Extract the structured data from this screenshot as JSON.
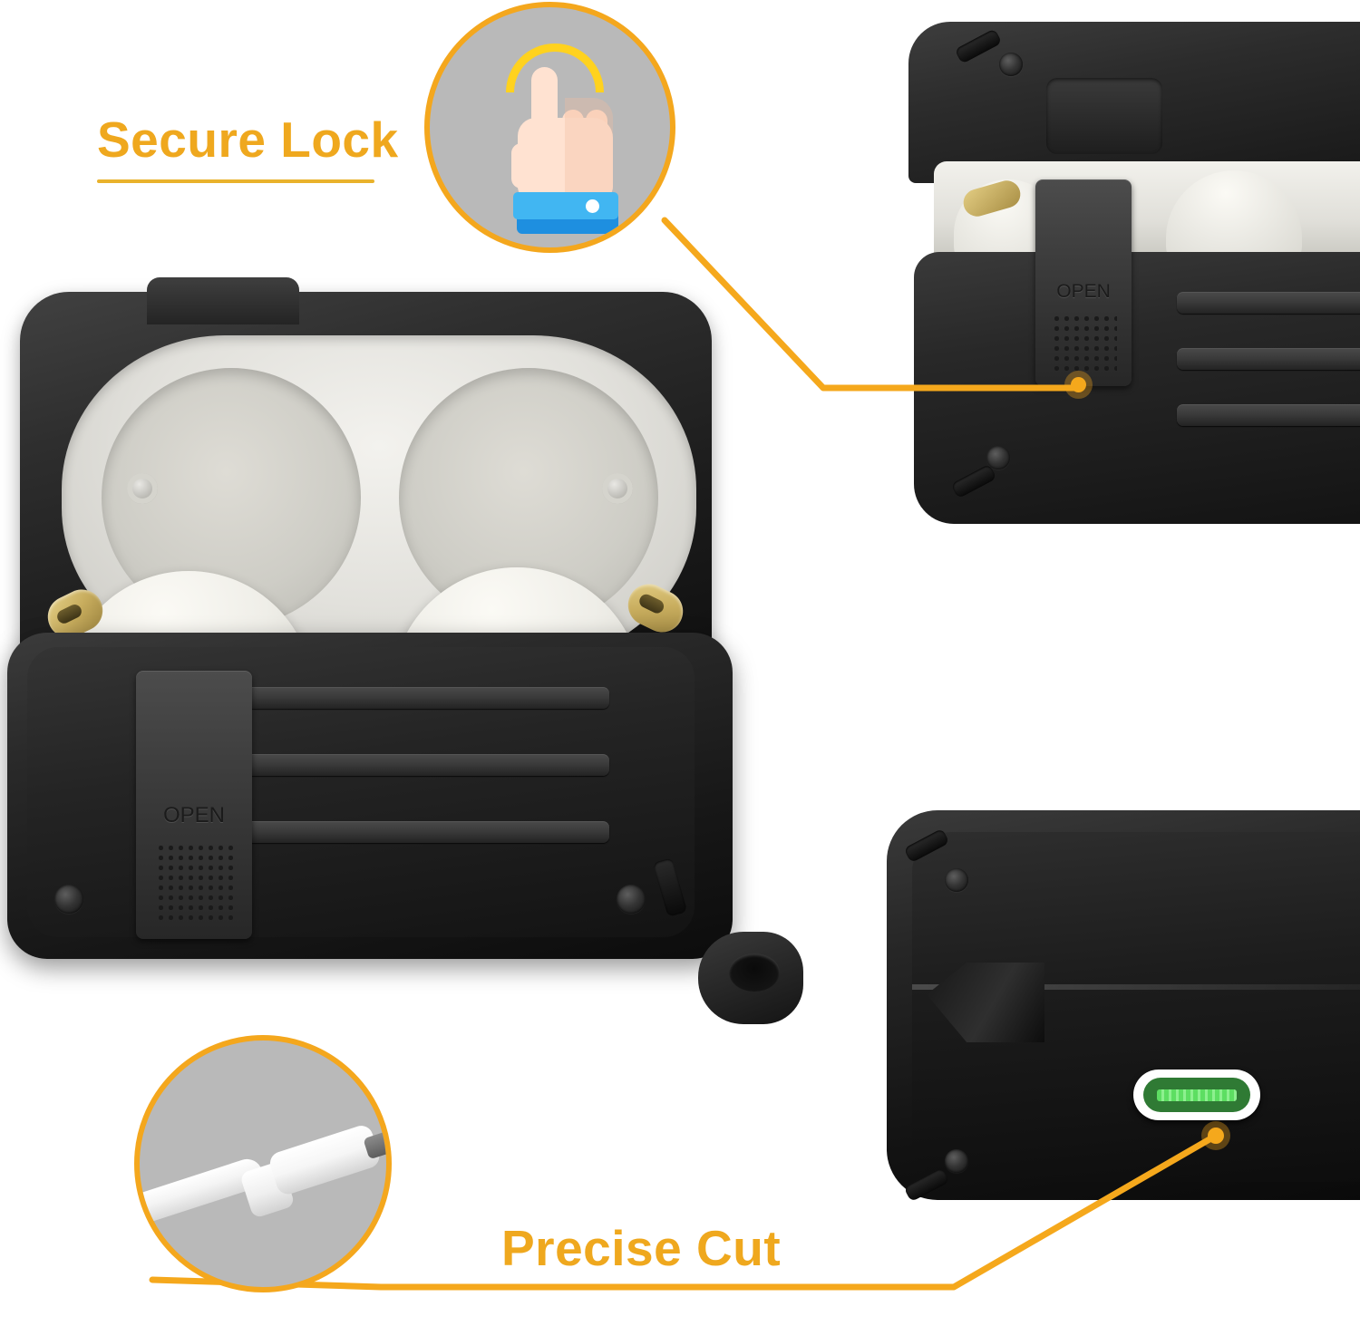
{
  "page": {
    "background_color": "#ffffff",
    "accent_color": "#EFA81E",
    "callout_line_color": "#F5A81C"
  },
  "features": [
    {
      "id": "secure-lock",
      "title": "Secure Lock",
      "icon_name": "tap-finger-icon",
      "icon_caption": "",
      "circle_fill": "#b9b9b9",
      "circle_border": "#F4A71D"
    },
    {
      "id": "precise-cut",
      "title": "Precise Cut",
      "icon_name": "usb-c-cable-icon",
      "icon_caption": "",
      "circle_fill": "#b9b9b9",
      "circle_border": "#F4A71D"
    }
  ],
  "product": {
    "name": "rugged-earbuds-charging-case",
    "body_color": "#1a1a1a",
    "earbud_color": "#efeee8",
    "accent_metal_color": "#c8ad5e",
    "latch_label": "OPEN",
    "usb_port_color": "#5dde62"
  },
  "views": {
    "hero": {
      "name": "case-open-with-earbuds",
      "latch_label": "OPEN"
    },
    "top_right": {
      "name": "case-latch-closeup",
      "latch_label": "OPEN"
    },
    "bottom_right": {
      "name": "case-usb-c-port-closeup",
      "port_label": ""
    }
  }
}
